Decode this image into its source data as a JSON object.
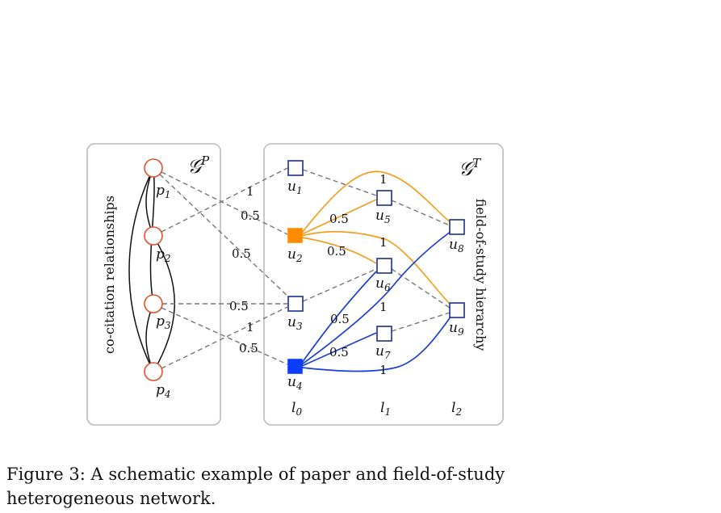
{
  "graph_p": {
    "title": "𝒢",
    "sup": "P",
    "side_label": "co-citation relationships"
  },
  "graph_t": {
    "title": "𝒢",
    "sup": "T",
    "side_label": "field-of-study hierarchy"
  },
  "papers": [
    {
      "base": "p",
      "sub": "1"
    },
    {
      "base": "p",
      "sub": "2"
    },
    {
      "base": "p",
      "sub": "3"
    },
    {
      "base": "p",
      "sub": "4"
    }
  ],
  "fields": [
    {
      "base": "u",
      "sub": "1"
    },
    {
      "base": "u",
      "sub": "2"
    },
    {
      "base": "u",
      "sub": "3"
    },
    {
      "base": "u",
      "sub": "4"
    },
    {
      "base": "u",
      "sub": "5"
    },
    {
      "base": "u",
      "sub": "6"
    },
    {
      "base": "u",
      "sub": "7"
    },
    {
      "base": "u",
      "sub": "8"
    },
    {
      "base": "u",
      "sub": "9"
    }
  ],
  "levels": [
    {
      "base": "l",
      "sub": "0"
    },
    {
      "base": "l",
      "sub": "1"
    },
    {
      "base": "l",
      "sub": "2"
    }
  ],
  "weights": {
    "p2_u1": "1",
    "p1_u2": "0.5",
    "p1_u3": "0.5",
    "p3_u3": "0.5",
    "p4_u3": "1",
    "p3_u4": "0.5",
    "u2_u8": "1",
    "u2_u5": "0.5",
    "u2_u9": "1",
    "u2_u6": "0.5",
    "u4_u5": "0.5",
    "u4_u8": "1",
    "u4_u7": "0.5",
    "u4_u9": "1"
  },
  "colors": {
    "paper_node": "#e0502a",
    "field_node": "#1a2f8a",
    "u2_fill": "#ff8c00",
    "u4_fill": "#0a3cff",
    "orange_edge": "#f0a020",
    "blue_edge": "#1a3fd0",
    "dashed": "#777777",
    "box": "#bbbbbb"
  },
  "caption": "Figure 3: A schematic example of paper and field-of-study heterogeneous network."
}
